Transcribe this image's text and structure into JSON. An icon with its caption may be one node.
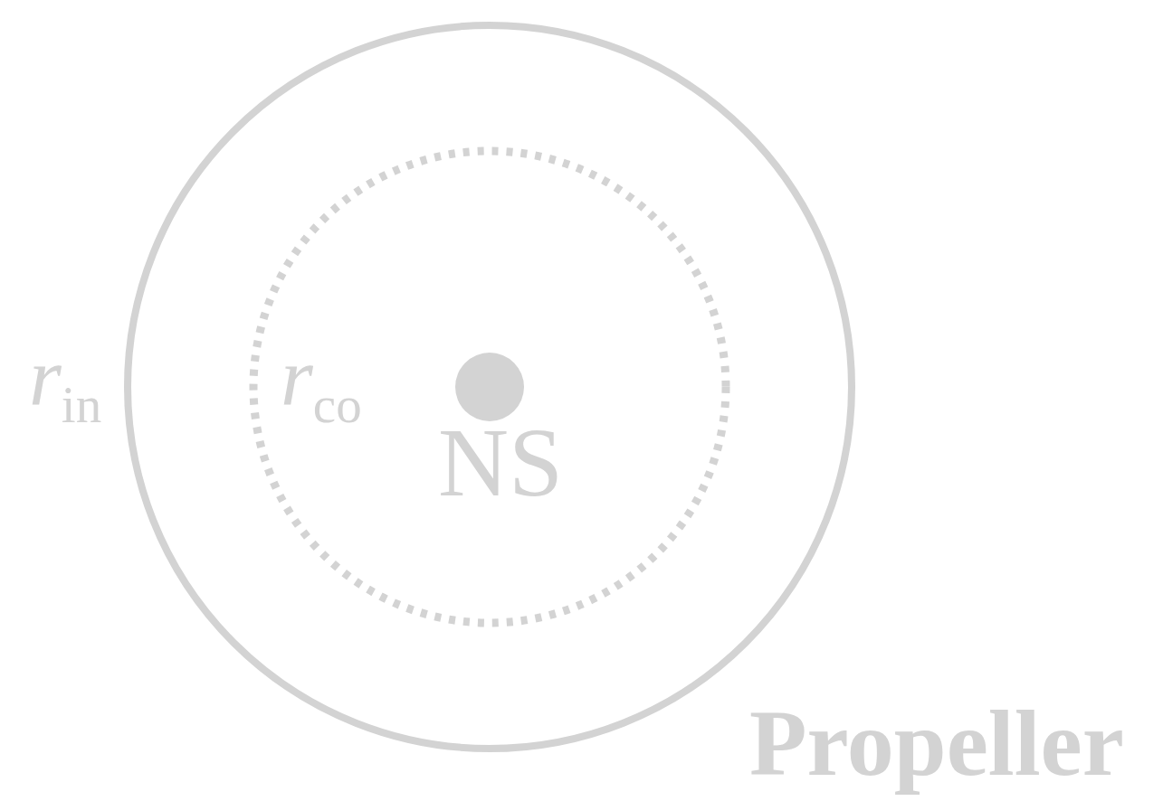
{
  "diagram": {
    "labels": [
      "*r*$_{in}$",
      "*r*$_{co}$",
      "NS",
      "Propeller"
    ]
  }
}
